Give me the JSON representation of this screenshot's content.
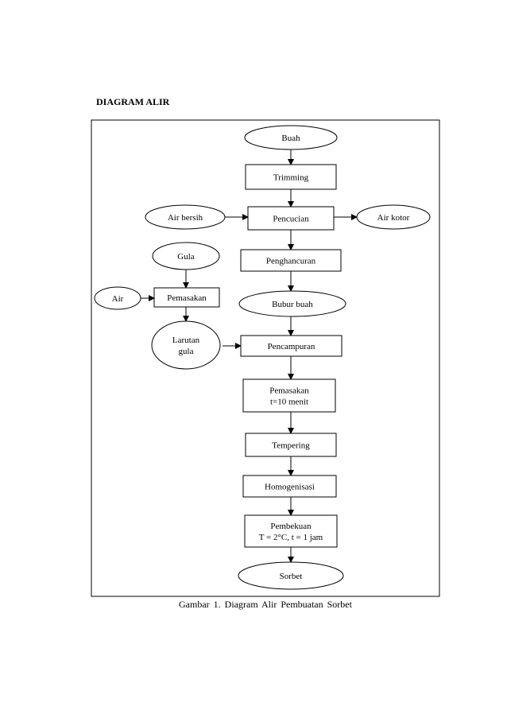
{
  "heading": "DIAGRAM ALIR",
  "caption": "Gambar 1. Diagram Alir Pembuatan Sorbet",
  "nodes": {
    "buah": [
      "Buah"
    ],
    "trimming": [
      "Trimming"
    ],
    "air_bersih": [
      "Air bersih"
    ],
    "pencucian": [
      "Pencucian"
    ],
    "air_kotor": [
      "Air kotor"
    ],
    "gula": [
      "Gula"
    ],
    "penghancuran": [
      "Penghancuran"
    ],
    "air": [
      "Air"
    ],
    "pemasakan_gula": [
      "Pemasakan"
    ],
    "bubur_buah": [
      "Bubur buah"
    ],
    "larutan_gula": [
      "Larutan",
      "gula"
    ],
    "pencampuran": [
      "Pencampuran"
    ],
    "pemasakan": [
      "Pemasakan",
      "t=10 menit"
    ],
    "tempering": [
      "Tempering"
    ],
    "homogenisasi": [
      "Homogenisasi"
    ],
    "pembekuan": [
      "Pembekuan",
      "T = 2°C, t = 1 jam"
    ],
    "sorbet": [
      "Sorbet"
    ]
  }
}
